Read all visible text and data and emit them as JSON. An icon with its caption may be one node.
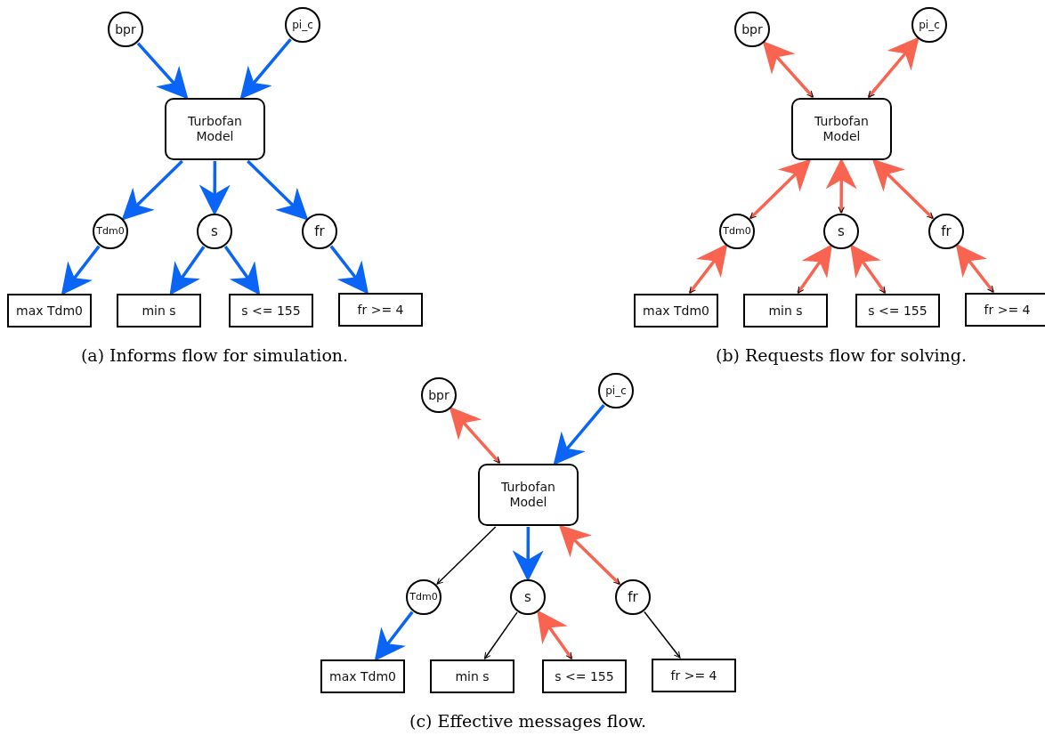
{
  "diagram": {
    "nodes": [
      {
        "text": [
          "bpr"
        ]
      },
      {
        "text": [
          "pi_c"
        ]
      },
      {
        "text": [
          "Turbofan Model"
        ]
      },
      {
        "text": [
          "Tdm0"
        ]
      },
      {
        "text": [
          "s"
        ]
      },
      {
        "text": [
          "fr"
        ]
      },
      {
        "text": [
          "max Tdm0"
        ]
      },
      {
        "text": [
          "min s"
        ]
      },
      {
        "text": [
          "s <= 155"
        ]
      },
      {
        "text": [
          "fr >= 4"
        ]
      },
      {
        "text": [
          "bpr"
        ]
      },
      {
        "text": [
          "pi_c"
        ]
      },
      {
        "text": [
          "Turbofan Model"
        ]
      },
      {
        "text": [
          "Tdm0"
        ]
      },
      {
        "text": [
          "s"
        ]
      },
      {
        "text": [
          "fr"
        ]
      },
      {
        "text": [
          "max Tdm0"
        ]
      },
      {
        "text": [
          "min s"
        ]
      },
      {
        "text": [
          "s <= 155"
        ]
      },
      {
        "text": [
          "fr >= 4"
        ]
      },
      {
        "text": [
          "bpr"
        ]
      },
      {
        "text": [
          "pi_c"
        ]
      },
      {
        "text": [
          "Turbofan Model"
        ]
      },
      {
        "text": [
          "Tdm0"
        ]
      },
      {
        "text": [
          "s"
        ]
      },
      {
        "text": [
          "fr"
        ]
      },
      {
        "text": [
          "max Tdm0"
        ]
      },
      {
        "text": [
          "min s"
        ]
      },
      {
        "text": [
          "s <= 155"
        ]
      },
      {
        "text": [
          "fr >= 4"
        ]
      }
    ],
    "edges": [
      {
        "from": 0,
        "to": 2,
        "arrow": "to",
        "color": "#0a64f5"
      },
      {
        "from": 1,
        "to": 2,
        "arrow": "to",
        "color": "#0a64f5"
      },
      {
        "from": 2,
        "to": 3,
        "arrow": "to",
        "color": "#0a64f5"
      },
      {
        "from": 2,
        "to": 4,
        "arrow": "to",
        "color": "#0a64f5"
      },
      {
        "from": 2,
        "to": 5,
        "arrow": "to",
        "color": "#0a64f5"
      },
      {
        "from": 3,
        "to": 6,
        "arrow": "to",
        "color": "#0a64f5"
      },
      {
        "from": 4,
        "to": 7,
        "arrow": "to",
        "color": "#0a64f5"
      },
      {
        "from": 4,
        "to": 8,
        "arrow": "to",
        "color": "#0a64f5"
      },
      {
        "from": 5,
        "to": 9,
        "arrow": "to",
        "color": "#0a64f5"
      },
      {
        "from": 10,
        "to": 12,
        "arrow": "both",
        "color": "#f96450"
      },
      {
        "from": 11,
        "to": 12,
        "arrow": "both",
        "color": "#f96450"
      },
      {
        "from": 12,
        "to": 13,
        "arrow": "both",
        "color": "#f96450"
      },
      {
        "from": 12,
        "to": 14,
        "arrow": "both",
        "color": "#f96450"
      },
      {
        "from": 12,
        "to": 15,
        "arrow": "both",
        "color": "#f96450"
      },
      {
        "from": 13,
        "to": 16,
        "arrow": "both",
        "color": "#f96450"
      },
      {
        "from": 14,
        "to": 17,
        "arrow": "both",
        "color": "#f96450"
      },
      {
        "from": 14,
        "to": 18,
        "arrow": "both",
        "color": "#f96450"
      },
      {
        "from": 15,
        "to": 19,
        "arrow": "both",
        "color": "#f96450"
      },
      {
        "from": 20,
        "to": 22,
        "arrow": "both",
        "color": "#f96450"
      },
      {
        "from": 21,
        "to": 22,
        "arrow": "to",
        "color": "#0a64f5"
      },
      {
        "from": 22,
        "to": 23,
        "arrow": "to",
        "color": "#000000"
      },
      {
        "from": 22,
        "to": 24,
        "arrow": "to",
        "color": "#0a64f5"
      },
      {
        "from": 22,
        "to": 25,
        "arrow": "both",
        "color": "#f96450"
      },
      {
        "from": 23,
        "to": 26,
        "arrow": "to",
        "color": "#0a64f5"
      },
      {
        "from": 24,
        "to": 27,
        "arrow": "to",
        "color": "#000000"
      },
      {
        "from": 24,
        "to": 28,
        "arrow": "both",
        "color": "#f96450"
      },
      {
        "from": 25,
        "to": 29,
        "arrow": "to",
        "color": "#000000"
      }
    ],
    "labels": [
      "(a) Informs flow for simulation.",
      "(b) Requests flow for solving.",
      "(c) Effective messages flow."
    ]
  }
}
